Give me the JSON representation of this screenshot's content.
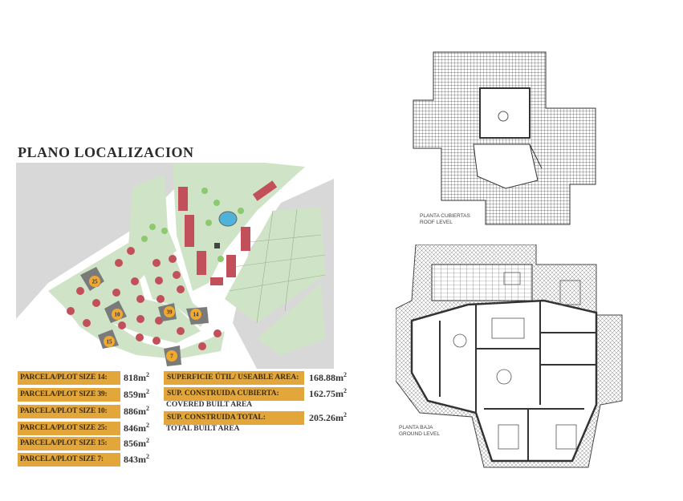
{
  "title": "PLANO LOCALIZACION",
  "plots": [
    {
      "label": "PARCELA/PLOT SIZE 14:",
      "value": "818m",
      "unit_sup": "2",
      "number": "14"
    },
    {
      "label": "PARCELA/PLOT SIZE 39:",
      "value": "859m",
      "unit_sup": "2",
      "number": "39"
    },
    {
      "label": "PARCELA/PLOT SIZE 10:",
      "value": "886m",
      "unit_sup": "2",
      "number": "10"
    },
    {
      "label": "PARCELA/PLOT SIZE 25:",
      "value": "846m",
      "unit_sup": "2",
      "number": "25"
    },
    {
      "label": "PARCELA/PLOT SIZE 15:",
      "value": "856m",
      "unit_sup": "2",
      "number": "15"
    },
    {
      "label": "PARCELA/PLOT SIZE 7:",
      "value": "843m",
      "unit_sup": "2",
      "number": "7"
    }
  ],
  "areas": [
    {
      "label": "SUPERFICIE ÚTIL/ USEABLE AREA:",
      "sub": "",
      "value": "168.88m",
      "unit_sup": "2"
    },
    {
      "label": "SUP. CONSTRUIDA CUBIERTA:",
      "sub": "COVERED BUILT AREA",
      "value": "162.75m",
      "unit_sup": "2"
    },
    {
      "label": "SUP. CONSTRUIDA TOTAL:",
      "sub": "TOTAL BUILT AREA",
      "value": "205.26m",
      "unit_sup": "2"
    }
  ],
  "roof_plan": {
    "line1": "PLANTA CUBIERTAS",
    "line2": "ROOF LEVEL"
  },
  "ground_plan": {
    "line1": "PLANTA BAJA",
    "line2": "GROUND LEVEL"
  },
  "colors": {
    "label_bg": "#e3a63b",
    "plot_highlight": "#7a7a7a",
    "plot_marker": "#f0a830",
    "green": "#cfe3c6",
    "house": "#c2505a",
    "road": "#ffffff",
    "ground": "#d9d9d9"
  }
}
